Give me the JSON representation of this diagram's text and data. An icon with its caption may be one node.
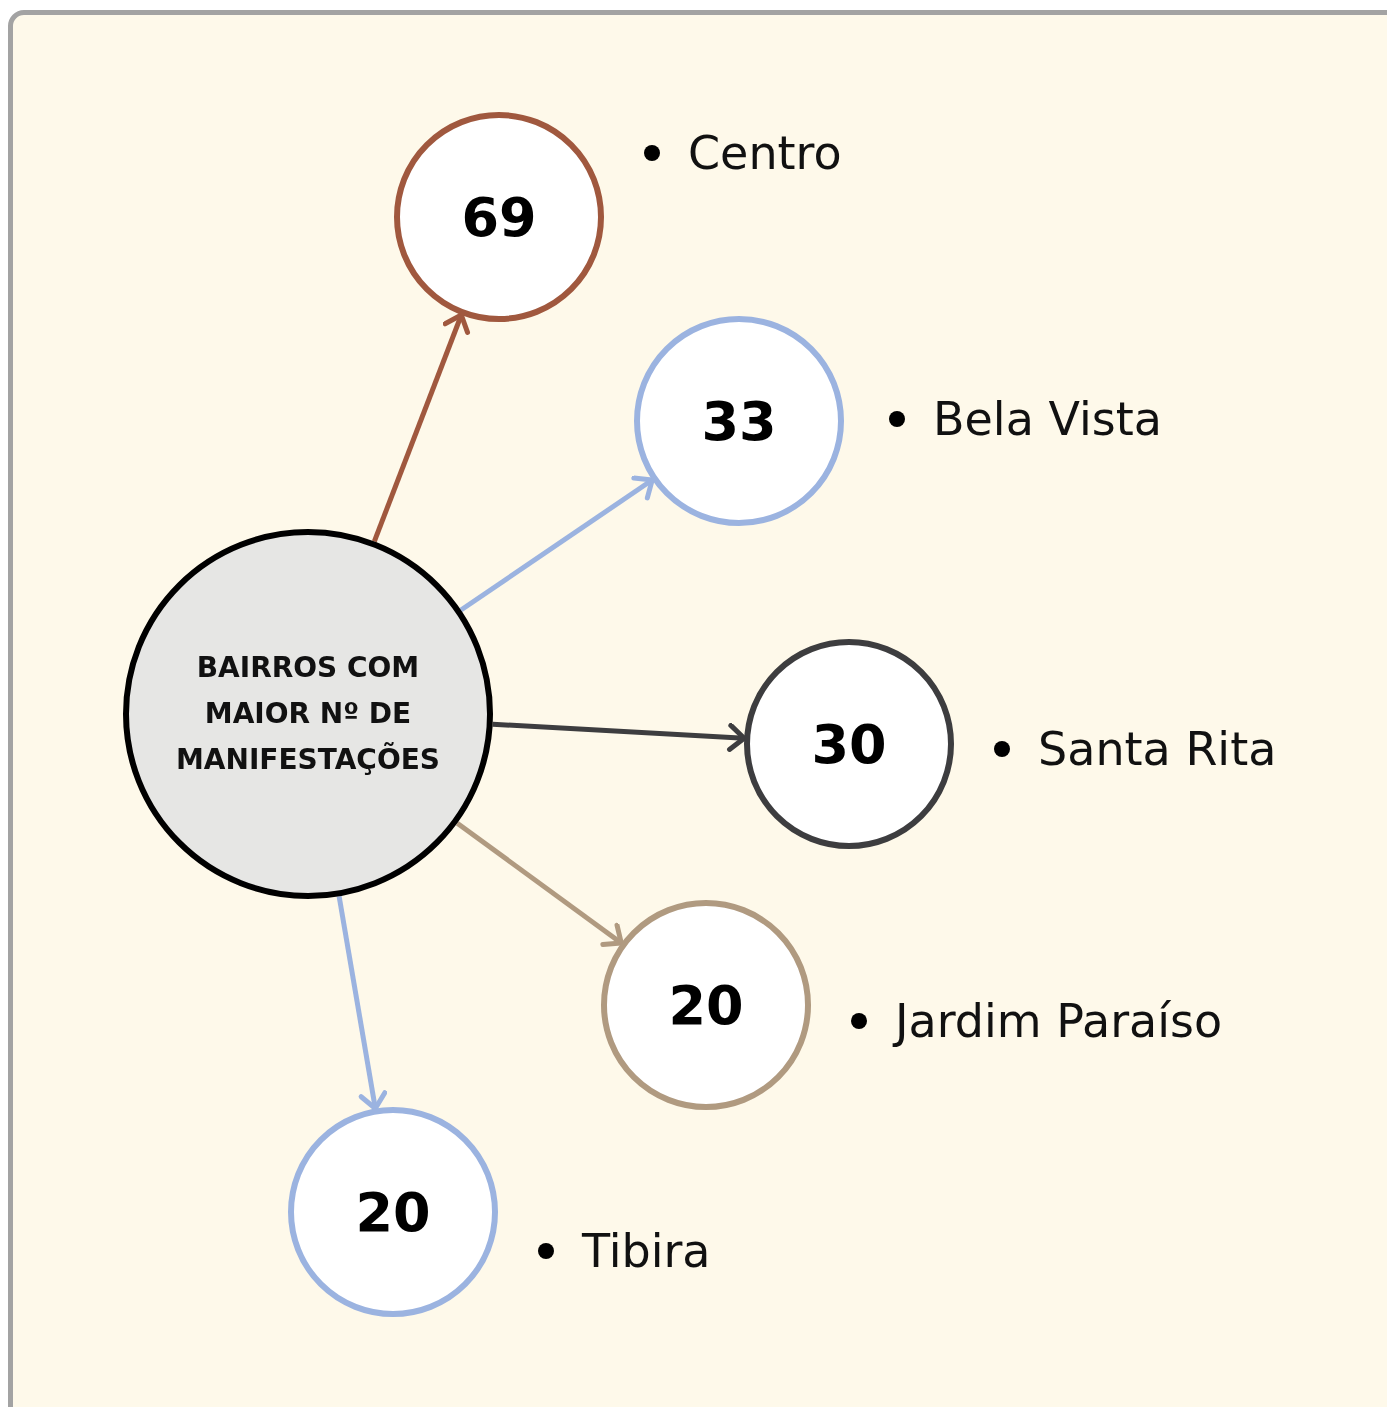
{
  "diagram": {
    "nodes": [
      {
        "text": [
          "BAIRROS COM MAIOR Nº DE MANIFESTAÇÕES"
        ]
      },
      {
        "text": [
          "69"
        ],
        "beside": [
          "Centro"
        ]
      },
      {
        "text": [
          "33"
        ],
        "beside": [
          "Bela Vista"
        ]
      },
      {
        "text": [
          "30"
        ],
        "beside": [
          "Santa Rita"
        ]
      },
      {
        "text": [
          "20"
        ],
        "beside": [
          "Jardim Paraíso"
        ]
      },
      {
        "text": [
          "20"
        ],
        "beside": [
          "Tibira"
        ]
      }
    ],
    "edges": [
      {
        "from": 0,
        "to": 1,
        "arrow": "to",
        "color": "#a0583e"
      },
      {
        "from": 0,
        "to": 2,
        "arrow": "to",
        "color": "#9bb3e0"
      },
      {
        "from": 0,
        "to": 3,
        "arrow": "to",
        "color": "#3d3d3f"
      },
      {
        "from": 0,
        "to": 4,
        "arrow": "to",
        "color": "#b09a80"
      },
      {
        "from": 0,
        "to": 5,
        "arrow": "to",
        "color": "#9bb3e0"
      }
    ]
  }
}
